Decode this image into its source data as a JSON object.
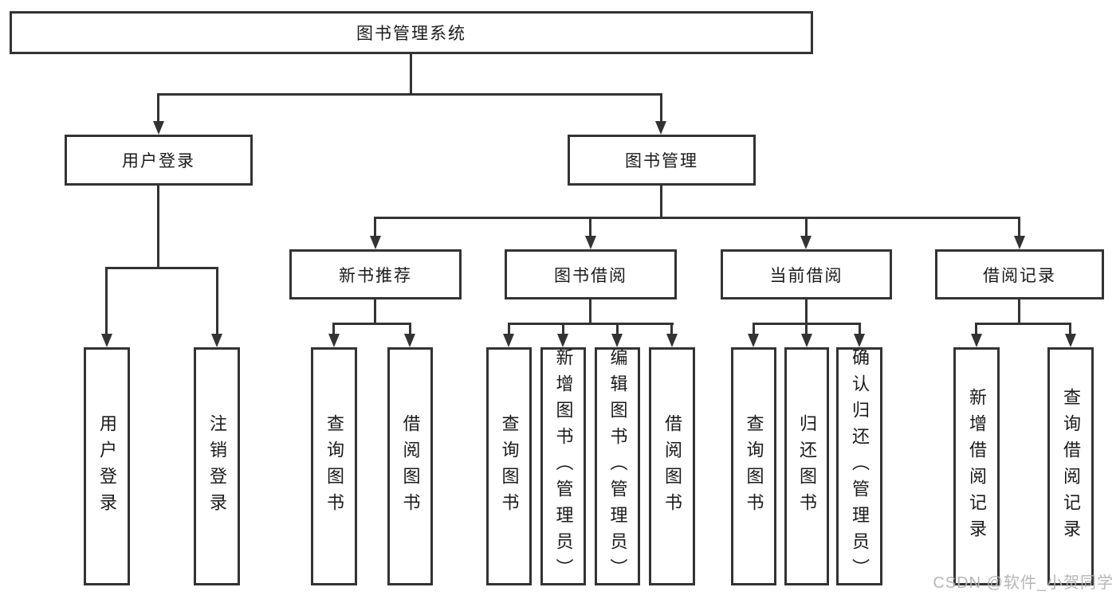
{
  "nodes": {
    "root": {
      "label": "图书管理系统"
    },
    "level2": [
      {
        "label": "用户登录"
      },
      {
        "label": "图书管理"
      }
    ],
    "level3": [
      {
        "label": "新书推荐"
      },
      {
        "label": "图书借阅"
      },
      {
        "label": "当前借阅"
      },
      {
        "label": "借阅记录"
      }
    ],
    "leaves": [
      {
        "label": "用户登录"
      },
      {
        "label": "注销登录"
      },
      {
        "label": "查询图书"
      },
      {
        "label": "借阅图书"
      },
      {
        "label": "查询图书"
      },
      {
        "label": "新增图书（管理员）"
      },
      {
        "label": "编辑图书（管理员）"
      },
      {
        "label": "借阅图书"
      },
      {
        "label": "查询图书"
      },
      {
        "label": "归还图书"
      },
      {
        "label": "确认归还（管理员）"
      },
      {
        "label": "新增借阅记录"
      },
      {
        "label": "查询借阅记录"
      }
    ]
  },
  "watermark": {
    "text": "CSDN @软件_小贺同学"
  },
  "colors": {
    "line": "#333333",
    "text": "#1a1a1a",
    "watermark": "#b2b2b2",
    "background": "#ffffff"
  }
}
